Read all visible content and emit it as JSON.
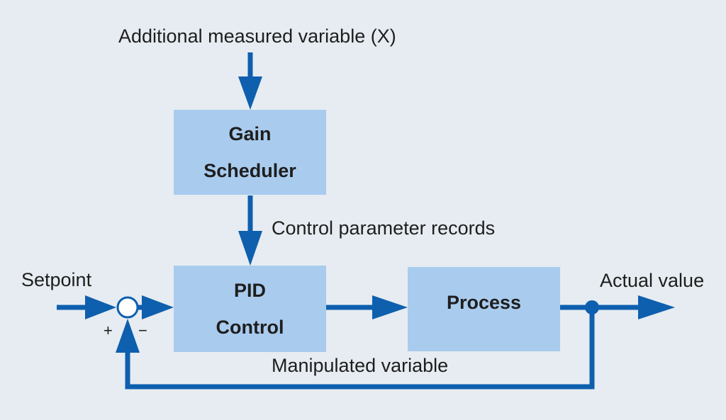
{
  "diagram": {
    "blocks": {
      "gain_scheduler": {
        "line1": "Gain",
        "line2": "Scheduler"
      },
      "pid_control": {
        "line1": "PID",
        "line2": "Control"
      },
      "process": {
        "label": "Process"
      }
    },
    "labels": {
      "additional_variable": "Additional measured variable (X)",
      "control_parameter_records": "Control parameter records",
      "setpoint": "Setpoint",
      "actual_value": "Actual value",
      "manipulated_variable": "Manipulated variable",
      "plus_sign": "+",
      "minus_sign": "−"
    },
    "colors": {
      "background": "#e6ecf1",
      "block_fill": "#a9cbee",
      "signal_line": "#0e5fae",
      "text": "#1e1e1e"
    }
  }
}
